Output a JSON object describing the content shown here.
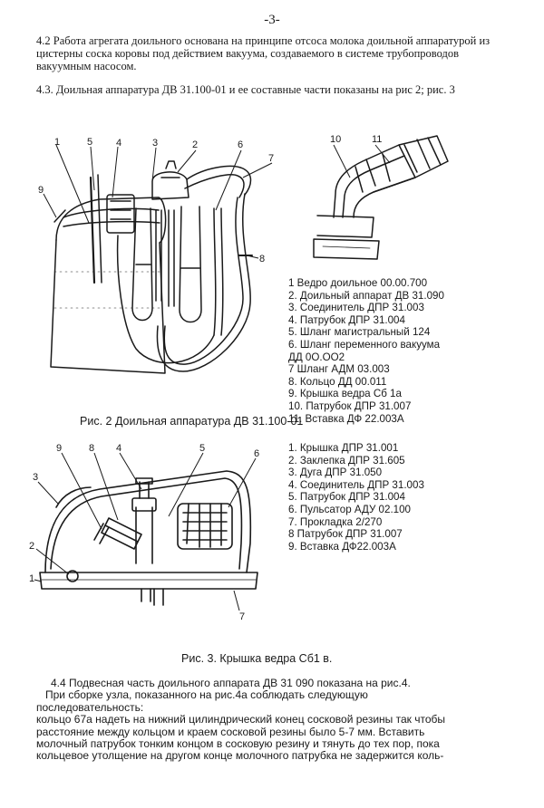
{
  "page_number": "-3-",
  "para_4_2": "4.2 Работа агрегата доильного основана на принципе отсоса молока доильной аппаратурой из цистерны соска коровы под действием вакуума, создаваемого в системе трубопроводов вакуумным насосом.",
  "para_4_3": "4.3. Доильная аппаратура ДВ 31.100-01 и ее составные части показаны на рис 2; рис. 3",
  "fig2": {
    "callouts": [
      "1",
      "5",
      "4",
      "3",
      "2",
      "6",
      "7",
      "9",
      "8",
      "10",
      "11"
    ],
    "legend": [
      "1 Ведро доильное 00.00.700",
      "2.  Доильный аппарат ДВ 31.090",
      "3. Соединитель ДПР 31.003",
      "4. Патрубок ДПР 31.004",
      "5. Шланг магистральный 124",
      "6. Шланг переменного вакуума",
      "ДД 0О.ОО2",
      "7 Шланг АДМ 03.003",
      "8. Кольцо ДД 00.011",
      "9. Крышка ведра Сб 1а",
      "10. Патрубок ДПР 31.007",
      "11. Вставка ДФ 22.003А"
    ],
    "caption": "Рис. 2 Доильная аппаратура ДВ  31.100-01"
  },
  "fig3": {
    "callouts": [
      "9",
      "8",
      "4",
      "5",
      "6",
      "3",
      "2",
      "1",
      "7"
    ],
    "legend": [
      "1. Крышка ДПР 31.001",
      "2. Заклепка ДПР 31.605",
      "3. Дуга ДПР 31.050",
      "4. Соединитель  ДПР 31.003",
      "5. Патрубок ДПР 31.004",
      "6. Пульсатор АДУ 02.100",
      "7. Прокладка 2/270",
      "8 Патрубок ДПР 31.007",
      "9. Вставка ДФ22.003А"
    ],
    "caption": "Рис. 3. Крышка ведра Сб1 в."
  },
  "para_4_4": [
    "4.4 Подвесная часть доильного аппарата ДВ 31 090 показана на рис.4.",
    "   При сборке узла, показанного на рис.4а соблюдать следующую",
    "последовательность:",
    "кольцо 67а надеть на нижний цилиндрический конец сосковой резины так чтобы",
    "расстояние между кольцом и краем сосковой резины было 5-7 мм. Вставить",
    "молочный патрубок тонким концом в сосковую резину и тянуть до тех пор, пока",
    "кольцевое утолщение на другом конце молочного патрубка не задержится коль-"
  ]
}
